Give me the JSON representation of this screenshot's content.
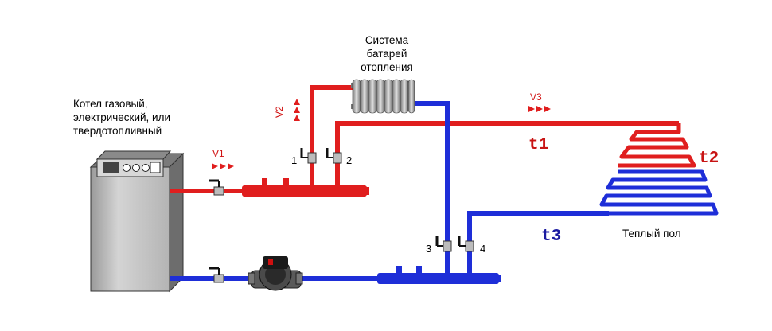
{
  "labels": {
    "boiler": [
      "Котел газовый,",
      "электрический, или",
      "твердотопливный"
    ],
    "radiators": [
      "Система",
      "батарей",
      "отопления"
    ],
    "floor": "Теплый пол"
  },
  "flow": {
    "v1": "V1",
    "v2": "V2",
    "v3": "V3"
  },
  "temps": {
    "t1": "t1",
    "t2": "t2",
    "t3": "t3"
  },
  "valves": {
    "n1": "1",
    "n2": "2",
    "n3": "3",
    "n4": "4"
  },
  "colors": {
    "hot": "#e01e1e",
    "cold": "#1e2ed8",
    "hot_text": "#c81414",
    "cold_text": "#1a1aa0"
  }
}
